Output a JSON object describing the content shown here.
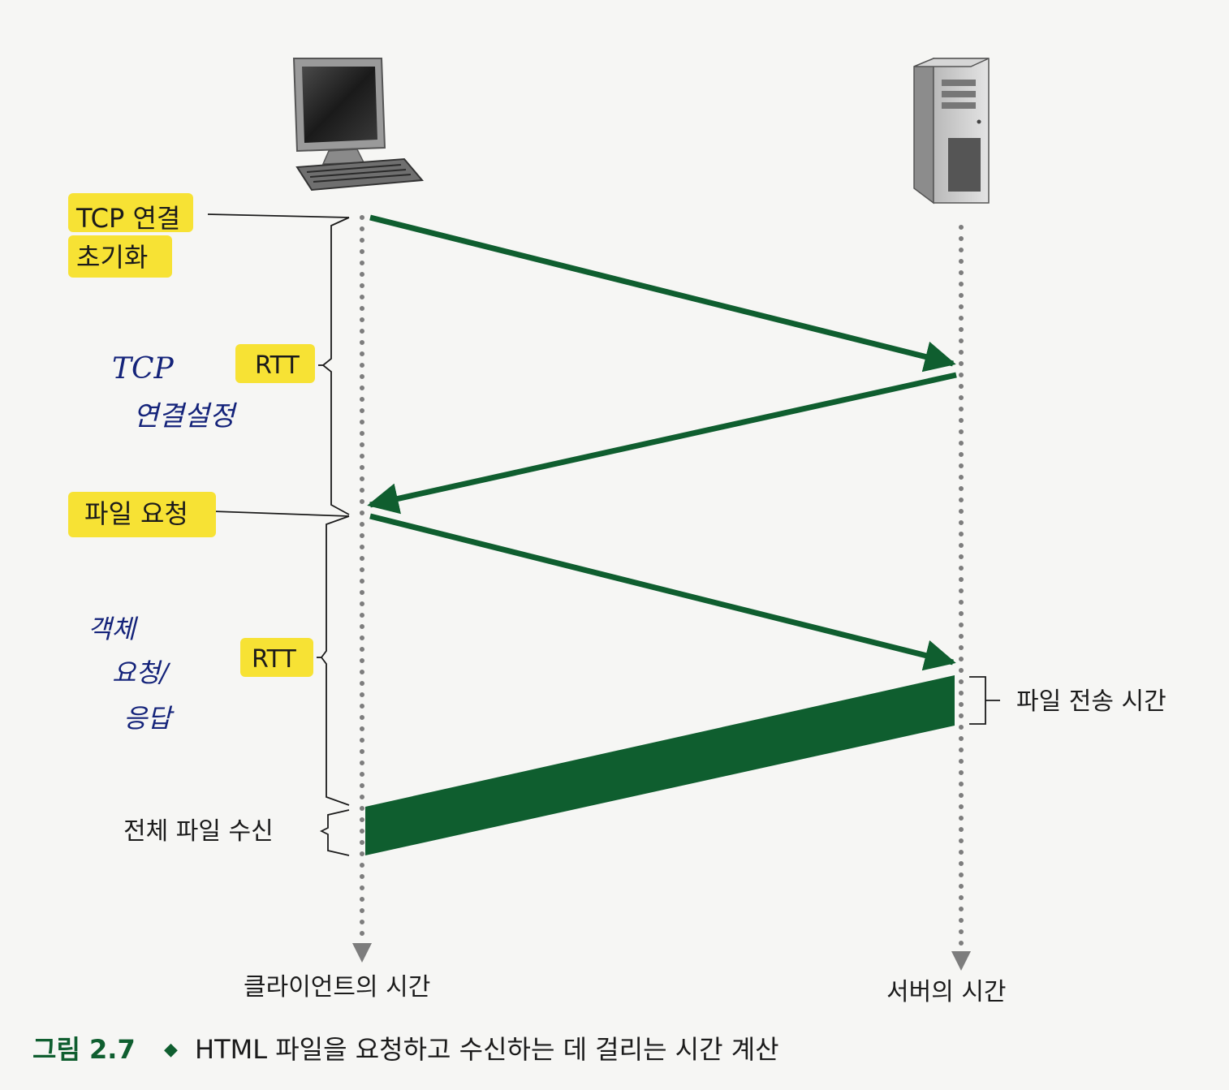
{
  "diagram": {
    "labels": {
      "tcp_init_line1": "TCP 연결",
      "tcp_init_line2": "초기화",
      "rtt_1": "RTT",
      "file_request": "파일 요청",
      "rtt_2": "RTT",
      "file_received": "전체 파일 수신",
      "file_transfer_time": "파일 전송 시간",
      "client_time": "클라이언트의 시간",
      "server_time": "서버의 시간"
    },
    "handwritten": {
      "note1_line1": "TCP",
      "note1_line2": "연결설정",
      "note2_line1": "객체",
      "note2_line2": "요청/",
      "note2_line3": "응답"
    },
    "caption": {
      "number": "그림 2.7",
      "bullet": "◆",
      "text": "HTML 파일을 요청하고 수신하는 데 걸리는 시간 계산"
    },
    "colors": {
      "arrow": "#0f5e2f",
      "highlight": "#f7e234",
      "dotted_line": "#7d7d7d",
      "handwriting": "#14237a",
      "caption_accent": "#0f5e2f"
    },
    "icons": {
      "client": "desktop-computer-icon",
      "server": "server-tower-icon"
    }
  }
}
